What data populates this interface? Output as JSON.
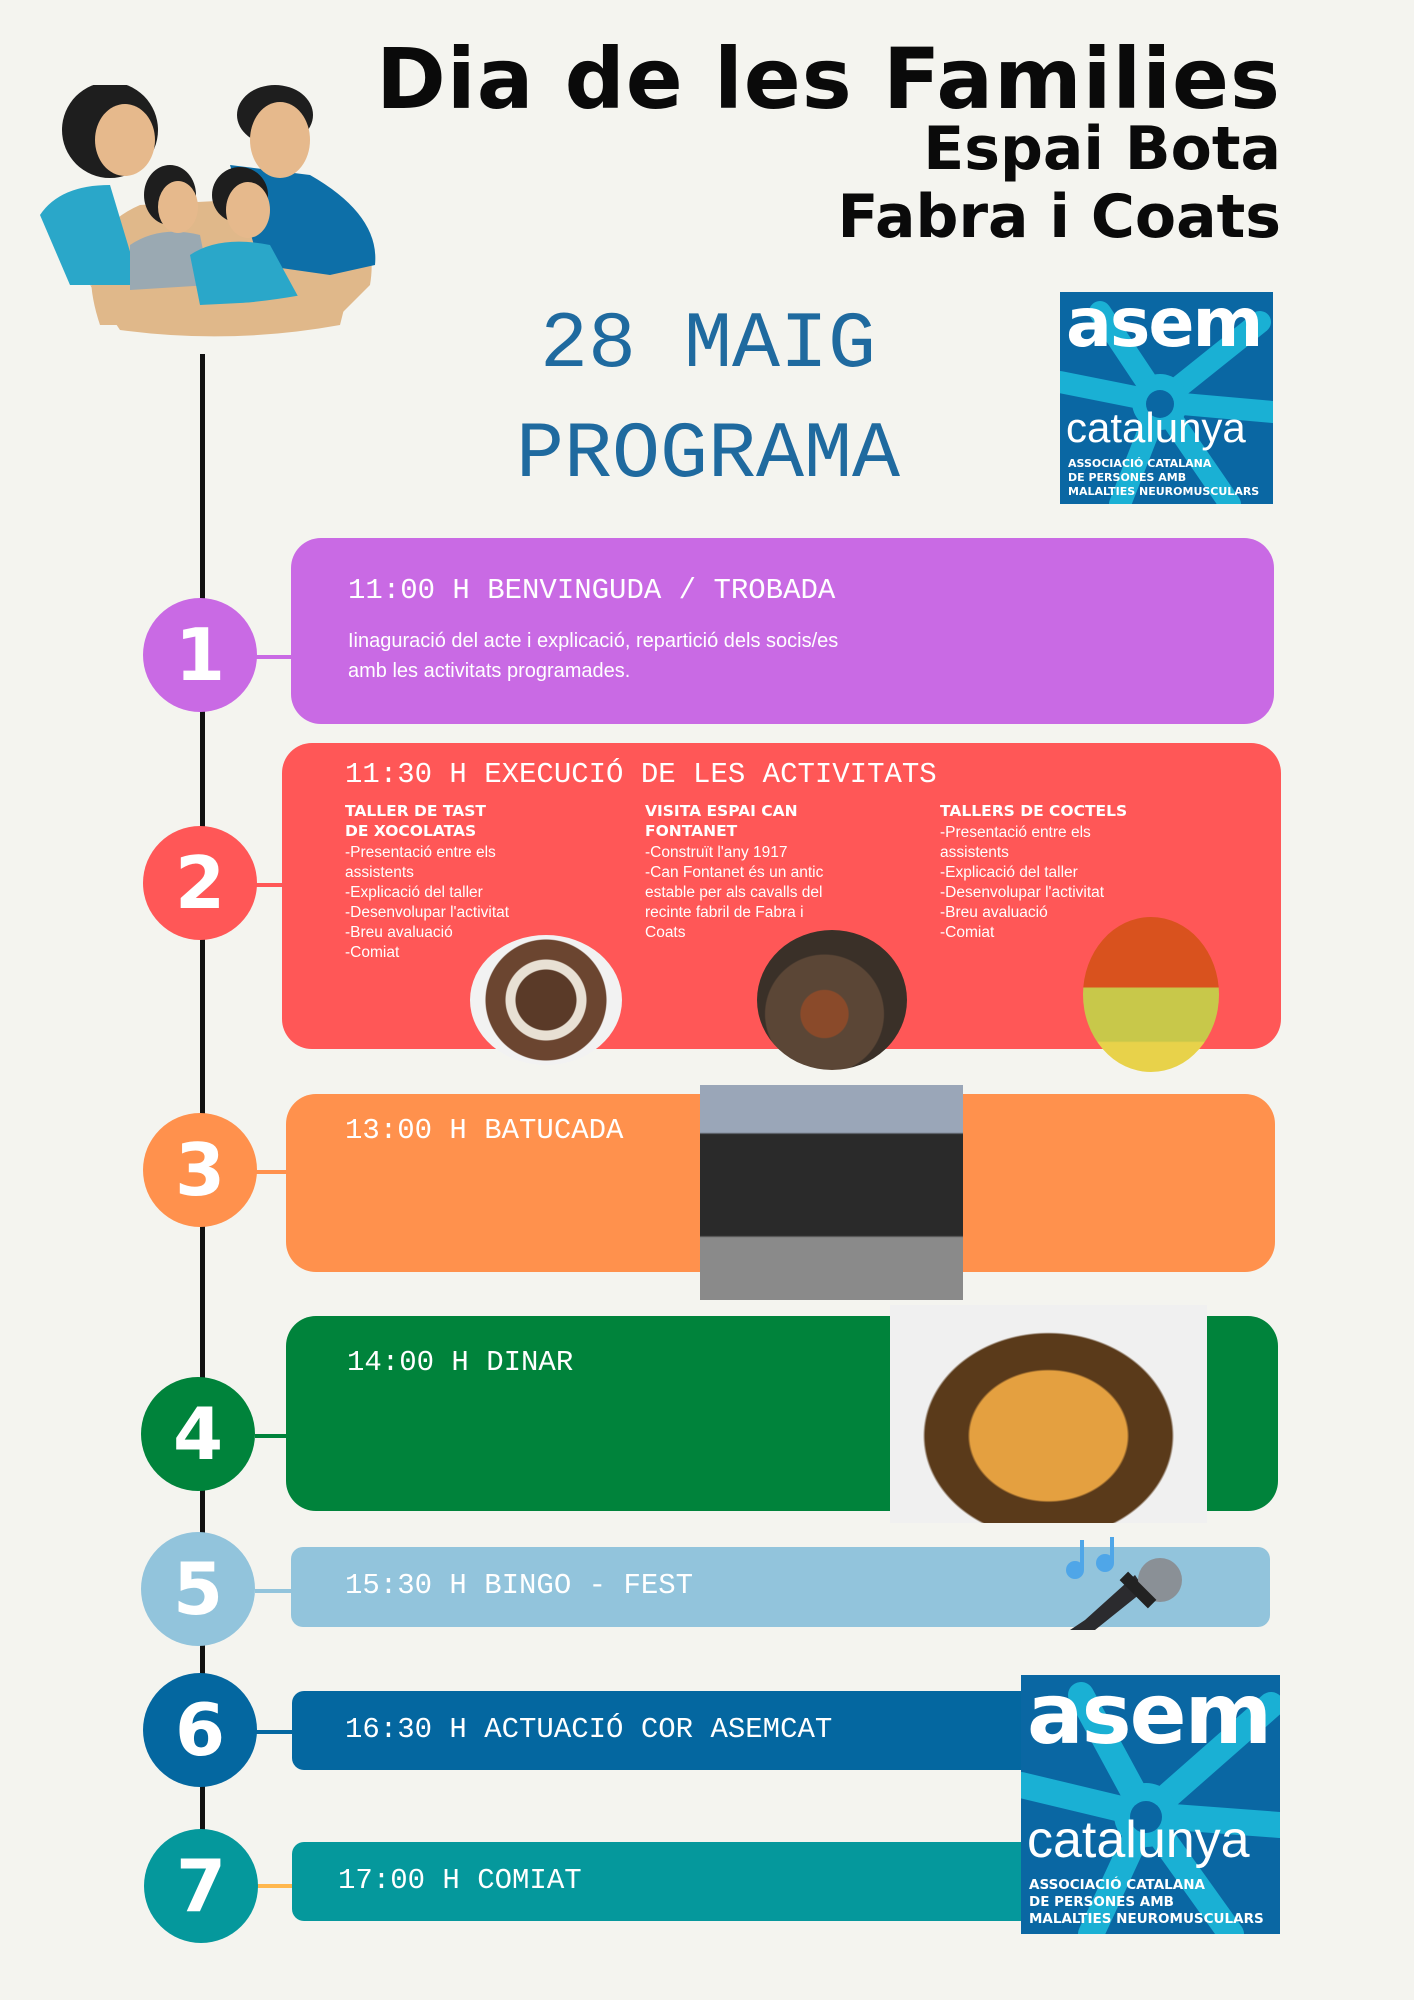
{
  "header": {
    "title": "Dia de les Families",
    "venue_line1": "Espai Bota",
    "venue_line2": "Fabra i Coats",
    "date": "28 MAIG",
    "subtitle": "PROGRAMA"
  },
  "logo": {
    "name": "asem",
    "region": "catalunya",
    "tagline": [
      "ASSOCIACIÓ CATALANA",
      "DE PERSONES AMB",
      "MALALTIES NEUROMUSCULARS"
    ]
  },
  "colors": {
    "purple": "#c96ae4",
    "red": "#ff5757",
    "orange": "#ff914d",
    "green": "#00833b",
    "lightblue": "#92c4dc",
    "blue": "#0467a0",
    "teal": "#05989c",
    "accent": "#1f6a9f"
  },
  "steps": [
    {
      "number": "1",
      "heading": "11:00 H BENVINGUDA / TROBADA",
      "description": [
        "Iinaguració del acte i explicació, repartició dels socis/es",
        "amb les activitats programades."
      ]
    },
    {
      "number": "2",
      "heading": "11:30 H EXECUCIÓ DE LES ACTIVITATS",
      "activities": [
        {
          "title": [
            "TALLER DE TAST",
            "DE XOCOLATAS"
          ],
          "items": [
            "-Presentació entre els",
            "assistents",
            "-Explicació del taller",
            "-Desenvolupar l'activitat",
            "-Breu avaluació",
            "-Comiat"
          ]
        },
        {
          "title": [
            "VISITA ESPAI CAN",
            "FONTANET"
          ],
          "items": [
            "-Construït l'any 1917",
            "-Can Fontanet és un antic",
            "estable per als cavalls del",
            "recinte fabril de Fabra i",
            "Coats"
          ]
        },
        {
          "title": [
            "TALLERS DE COCTELS"
          ],
          "items": [
            "-Presentació entre els",
            "assistents",
            "-Explicació del taller",
            "-Desenvolupar l'activitat",
            "-Breu avaluació",
            "-Comiat"
          ]
        }
      ]
    },
    {
      "number": "3",
      "heading": "13:00 H BATUCADA"
    },
    {
      "number": "4",
      "heading": "14:00 H DINAR"
    },
    {
      "number": "5",
      "heading": "15:30 H BINGO - FEST"
    },
    {
      "number": "6",
      "heading": "16:30 H ACTUACIÓ COR ASEMCAT"
    },
    {
      "number": "7",
      "heading": "17:00 H COMIAT"
    }
  ]
}
